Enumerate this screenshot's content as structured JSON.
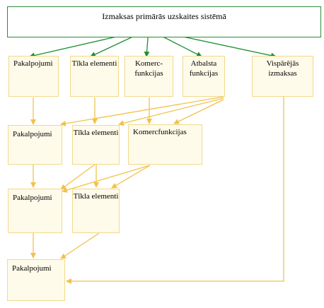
{
  "colors": {
    "green": "#1e8f2f",
    "yellow": "#f1c24a",
    "box_fill": "#fffbea",
    "box_border": "#f2d98a"
  },
  "root": {
    "label": "Izmaksas primārās uzskaites sistēmā"
  },
  "level1": {
    "pakalpojumi": "Pakalpojumi",
    "tikla_elementi": "Tīkla elementi",
    "komercfunkcijas": "Komerc- funkcijas",
    "atbalsta_funkcijas": "Atbalsta funkcijas",
    "visparejas_izmaksas": "Vispārējās izmaksas"
  },
  "level2": {
    "pakalpojumi": "Pakalpojumi",
    "tikla_elementi": "Tīkla elementi",
    "komercfunkcijas": "Komercfunkcijas"
  },
  "level3": {
    "pakalpojumi": "Pakalpojumi",
    "tikla_elementi": "Tīkla elementi"
  },
  "level4": {
    "pakalpojumi": "Pakalpojumi"
  }
}
